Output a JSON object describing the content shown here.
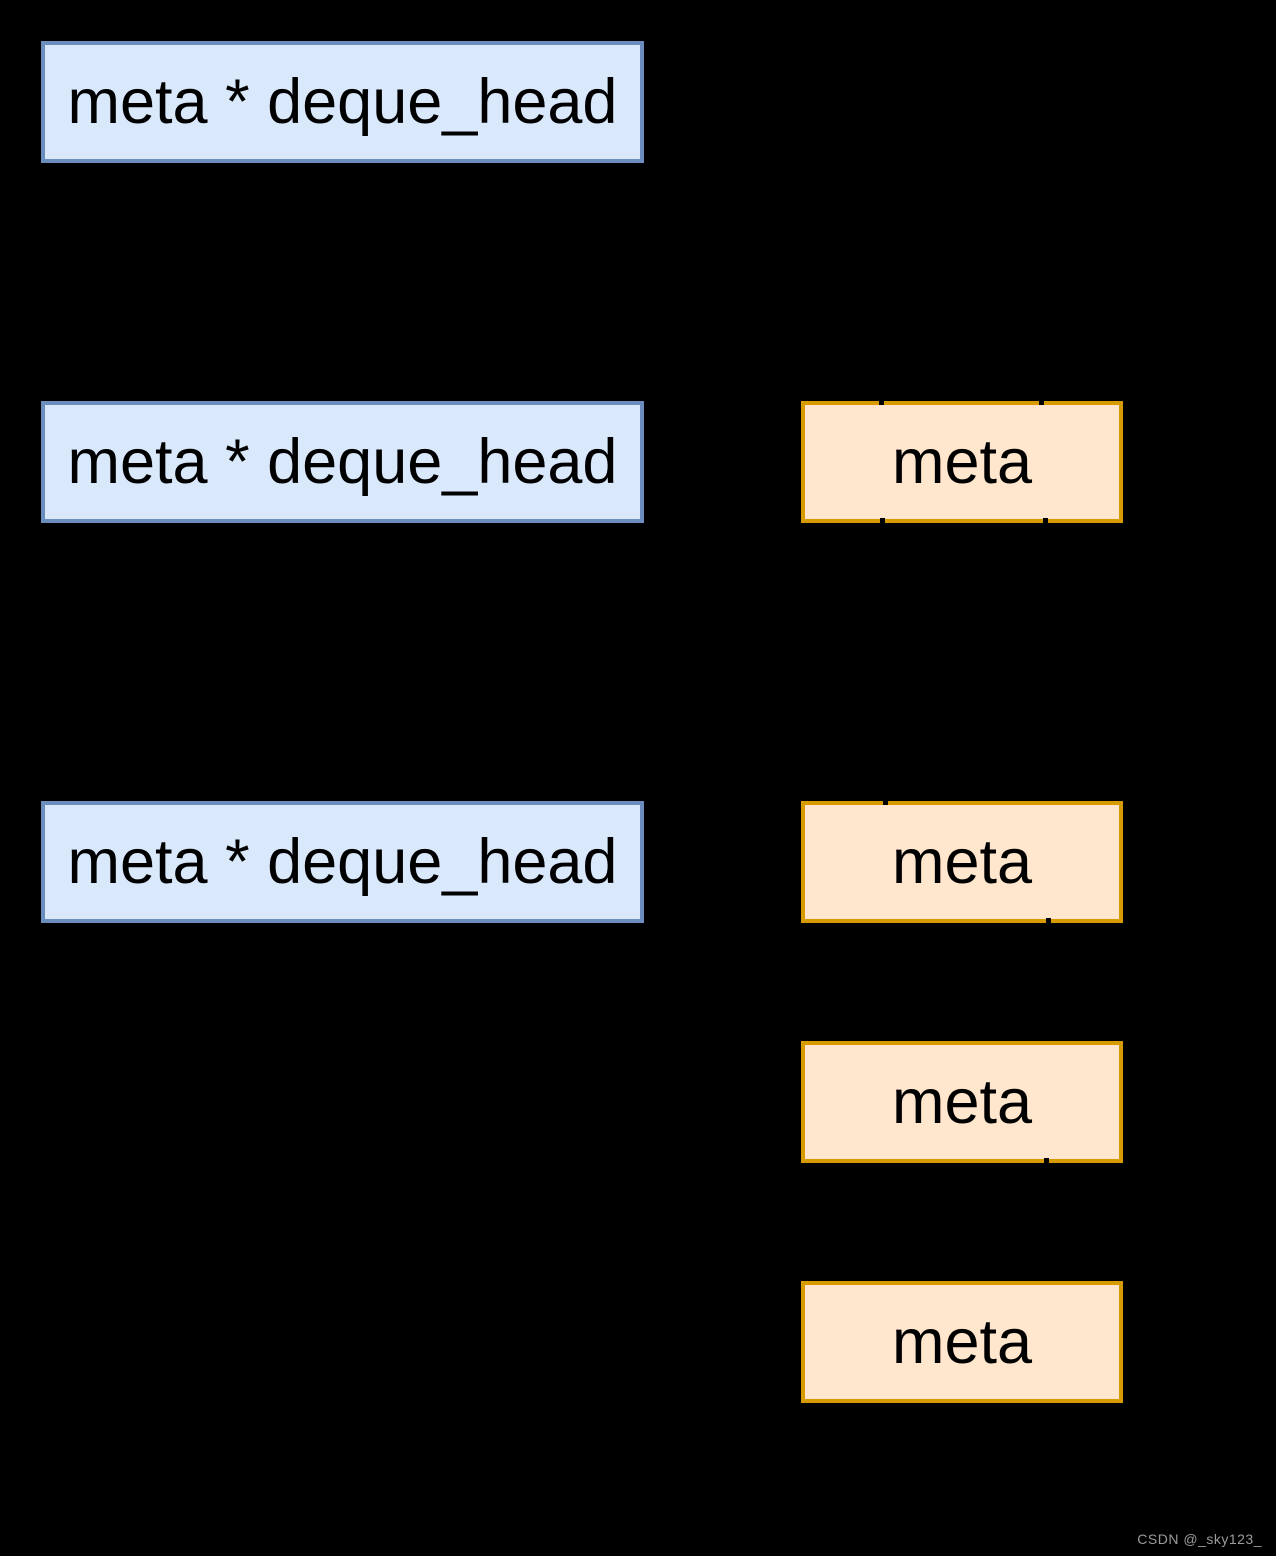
{
  "canvas": {
    "background": "#000000"
  },
  "colors": {
    "pointer_box_fill": "#dae8fc",
    "pointer_box_border": "#6c8ebf",
    "node_box_fill": "#ffe6cc",
    "node_box_border": "#d79b00",
    "watermark_color": "#9b9b9b"
  },
  "pointer_boxes": [
    {
      "label": "meta * deque_head"
    },
    {
      "label": "meta * deque_head"
    },
    {
      "label": "meta * deque_head"
    }
  ],
  "node_boxes": [
    {
      "label": "meta"
    },
    {
      "label": "meta"
    },
    {
      "label": "meta"
    },
    {
      "label": "meta"
    }
  ],
  "watermark": "CSDN @_sky123_"
}
